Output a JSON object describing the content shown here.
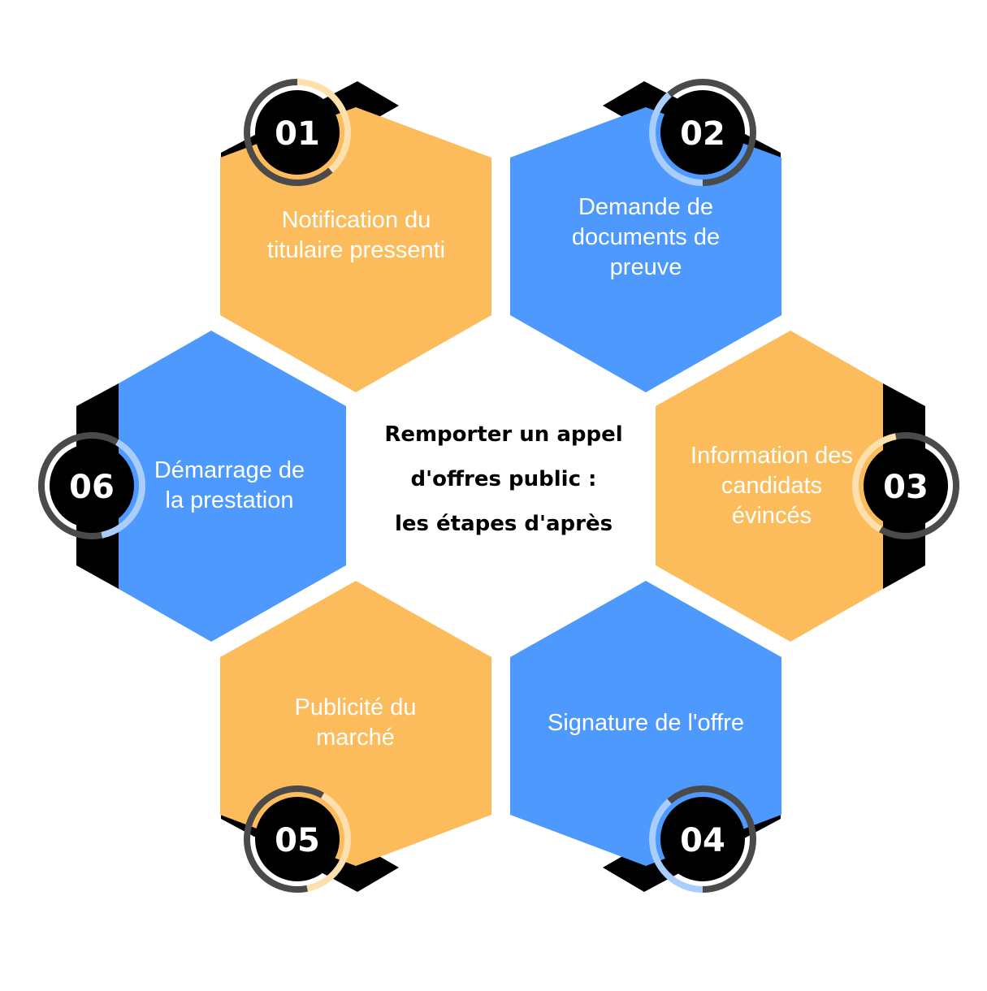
{
  "title": "Remporter un appel\nd'offres public :\nles étapes d'après",
  "colors": {
    "orange": "#fcbc5b",
    "blue": "#4e99fd",
    "dark": "#000000",
    "ring_orange": "#fde0ae",
    "ring_blue": "#a9cdfd",
    "ring_gray": "#4a4a4a"
  },
  "steps": [
    {
      "number": "01",
      "label": "Notification du\ntitulaire pressenti",
      "color": "orange"
    },
    {
      "number": "02",
      "label": "Demande de\ndocuments de\npreuve",
      "color": "blue"
    },
    {
      "number": "03",
      "label": "Information des\ncandidats\névincés",
      "color": "orange"
    },
    {
      "number": "04",
      "label": "Signature de l'offre",
      "color": "blue"
    },
    {
      "number": "05",
      "label": "Publicité du\nmarché",
      "color": "orange"
    },
    {
      "number": "06",
      "label": "Démarrage de\nla prestation",
      "color": "blue"
    }
  ]
}
